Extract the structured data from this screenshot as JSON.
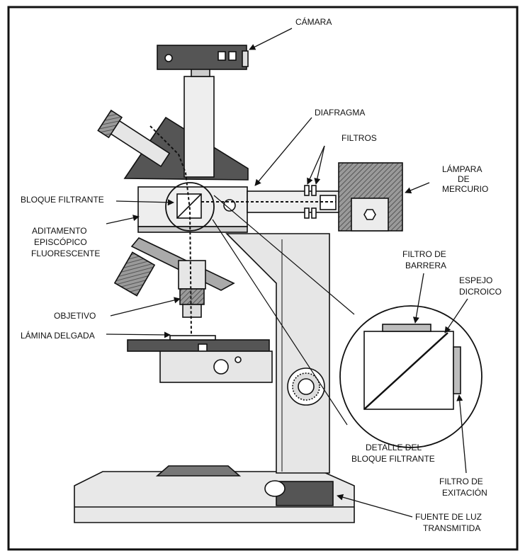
{
  "labels": {
    "camara": "CÁMARA",
    "diafragma": "DIAFRAGMA",
    "filtros": "FILTROS",
    "lampara_1": "LÁMPARA",
    "lampara_2": "DE",
    "lampara_3": "MERCURIO",
    "bloque_filtrante": "BLOQUE FILTRANTE",
    "aditamento_1": "ADITAMENTO",
    "aditamento_2": "EPISCÓPICO",
    "aditamento_3": "FLUORESCENTE",
    "filtro_barrera_1": "FILTRO DE",
    "filtro_barrera_2": "BARRERA",
    "espejo_1": "ESPEJO",
    "espejo_2": "DICROICO",
    "objetivo": "OBJETIVO",
    "lamina_delgada": "LÁMINA DELGADA",
    "detalle_1": "DETALLE DEL",
    "detalle_2": "BLOQUE FILTRANTE",
    "filtro_exitacion_1": "FILTRO DE",
    "filtro_exitacion_2": "EXITACIÓN",
    "fuente_1": "FUENTE DE LUZ",
    "fuente_2": "TRANSMITIDA"
  },
  "colors": {
    "ink": "#111111",
    "light_gray": "#e6e6e6",
    "mid_gray": "#bfbfbf",
    "dark_gray": "#555555",
    "paper": "#ffffff"
  }
}
